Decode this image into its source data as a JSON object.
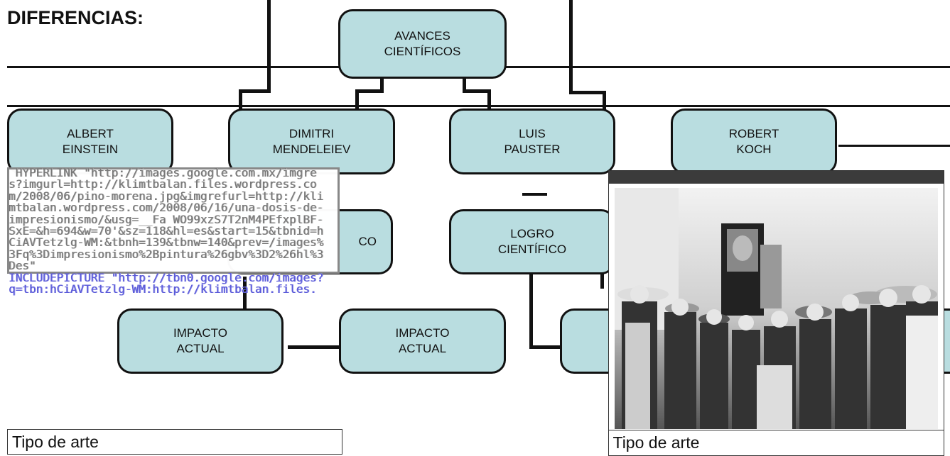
{
  "heading": "DIFERENCIAS:",
  "diagram": {
    "root": "AVANCES\nCIENTÍFICOS",
    "scientists": [
      "ALBERT\nEINSTEIN",
      "DIMITRI\nMENDELEIEV",
      "LUIS\nPAUSTER",
      "ROBERT\nKOCH"
    ],
    "logro_partial": "CO",
    "logro": "LOGRO\nCIENTÍFICO",
    "impacto_left": "IMPACTO\nACTUAL",
    "impacto_mid": "IMPACTO\nACTUAL"
  },
  "field_code": {
    "hyperlink": " HYPERLINK \"http://images.google.com.mx/imgres?imgurl=http://klimtbalan.files.wordpress.com/2008/06/pino-morena.jpg&imgrefurl=http://klimtbalan.wordpress.com/2008/06/16/una-dosis-de-impresionismo/&usg=__Fa WO99xzS7T2nM4PEfxplBF-SxE=&h=694&w=70'&sz=118&hl=es&start=15&tbnid=hCiAVTetzlg-WM:&tbnh=139&tbnw=140&prev=/images%3Fq%3Dimpresionismo%2Bpintura%26gbv%3D2%26hl%3Des\"",
    "includepicture": "INCLUDEPICTURE \"http://tbn0.google.com/images?q=tbn:hCiAVTetzlg-WM:http://klimtbalan.files."
  },
  "captions": {
    "left": "Tipo de arte",
    "right": "Tipo de arte"
  },
  "photo": {
    "description_icon": "group-photo-icon"
  }
}
